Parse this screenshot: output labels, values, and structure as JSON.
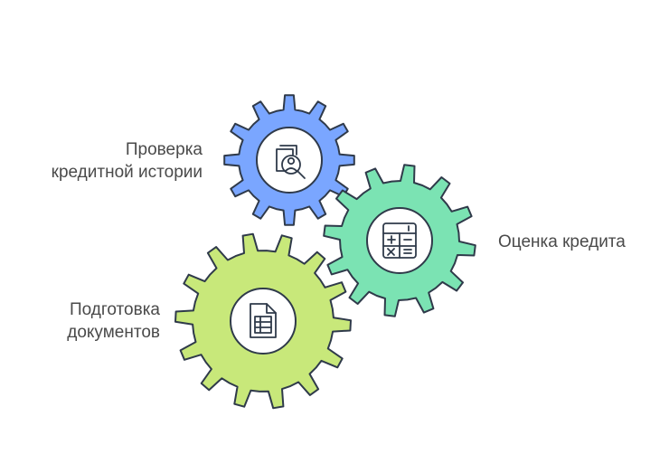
{
  "diagram": {
    "gears": [
      {
        "id": "credit-history",
        "label_lines": [
          "Проверка",
          "кредитной истории"
        ],
        "icon": "credit-history-search-icon",
        "color": "#7aa6ff",
        "stroke": "#2f3a4a"
      },
      {
        "id": "credit-assessment",
        "label_lines": [
          "Оценка кредита"
        ],
        "icon": "calculator-icon",
        "color": "#7be3b3",
        "stroke": "#2f3a4a"
      },
      {
        "id": "document-preparation",
        "label_lines": [
          "Подготовка",
          "документов"
        ],
        "icon": "document-icon",
        "color": "#c8e87a",
        "stroke": "#2f3a4a"
      }
    ]
  }
}
